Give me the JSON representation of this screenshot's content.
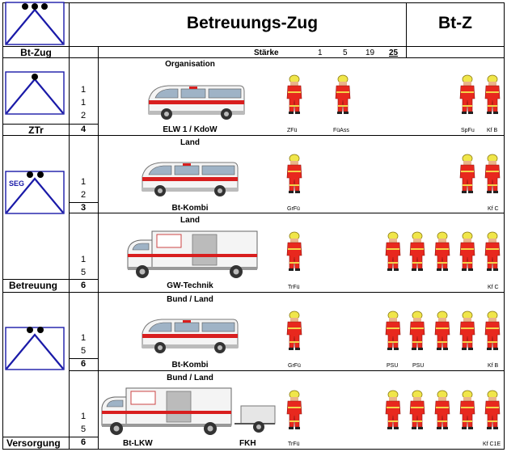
{
  "header": {
    "title": "Betreuungs-Zug",
    "short": "Bt-Z",
    "unit_label": "Bt-Zug",
    "strength_label": "Stärke",
    "strength": [
      "1",
      "5",
      "19",
      "25"
    ]
  },
  "rows": [
    {
      "group_label": "ZTr",
      "org": "Organisation",
      "counts": [
        "1",
        "1",
        "2"
      ],
      "total": "4",
      "vehicle": "ELW 1 / KdoW",
      "roles": [
        "ZFü",
        "FüAss",
        "SpFu",
        "Kf B"
      ]
    },
    {
      "symbol_text": "SEG",
      "org": "Land",
      "counts": [
        "1",
        "2"
      ],
      "total": "3",
      "vehicle": "Bt-Kombi",
      "roles": [
        "GrFü",
        "Kf C"
      ]
    },
    {
      "group_label": "Betreuung",
      "org": "Land",
      "counts": [
        "1",
        "5"
      ],
      "total": "6",
      "vehicle": "GW-Technik",
      "roles": [
        "TrFü",
        "Kf C"
      ]
    },
    {
      "org": "Bund / Land",
      "counts": [
        "1",
        "5"
      ],
      "total": "6",
      "vehicle": "Bt-Kombi",
      "roles": [
        "GrFü",
        "PSU",
        "PSU",
        "Kf B"
      ]
    },
    {
      "group_label": "Versorgung",
      "org": "Bund / Land",
      "counts": [
        "1",
        "5"
      ],
      "total": "6",
      "vehicle": "Bt-LKW",
      "trailer": "FKH",
      "roles": [
        "TrFü",
        "Kf C1E"
      ]
    }
  ],
  "colors": {
    "symbol_line": "#1a1aa8",
    "suit_red": "#e8281e",
    "helmet": "#f0e64a",
    "van_stripe": "#d81e1e"
  }
}
